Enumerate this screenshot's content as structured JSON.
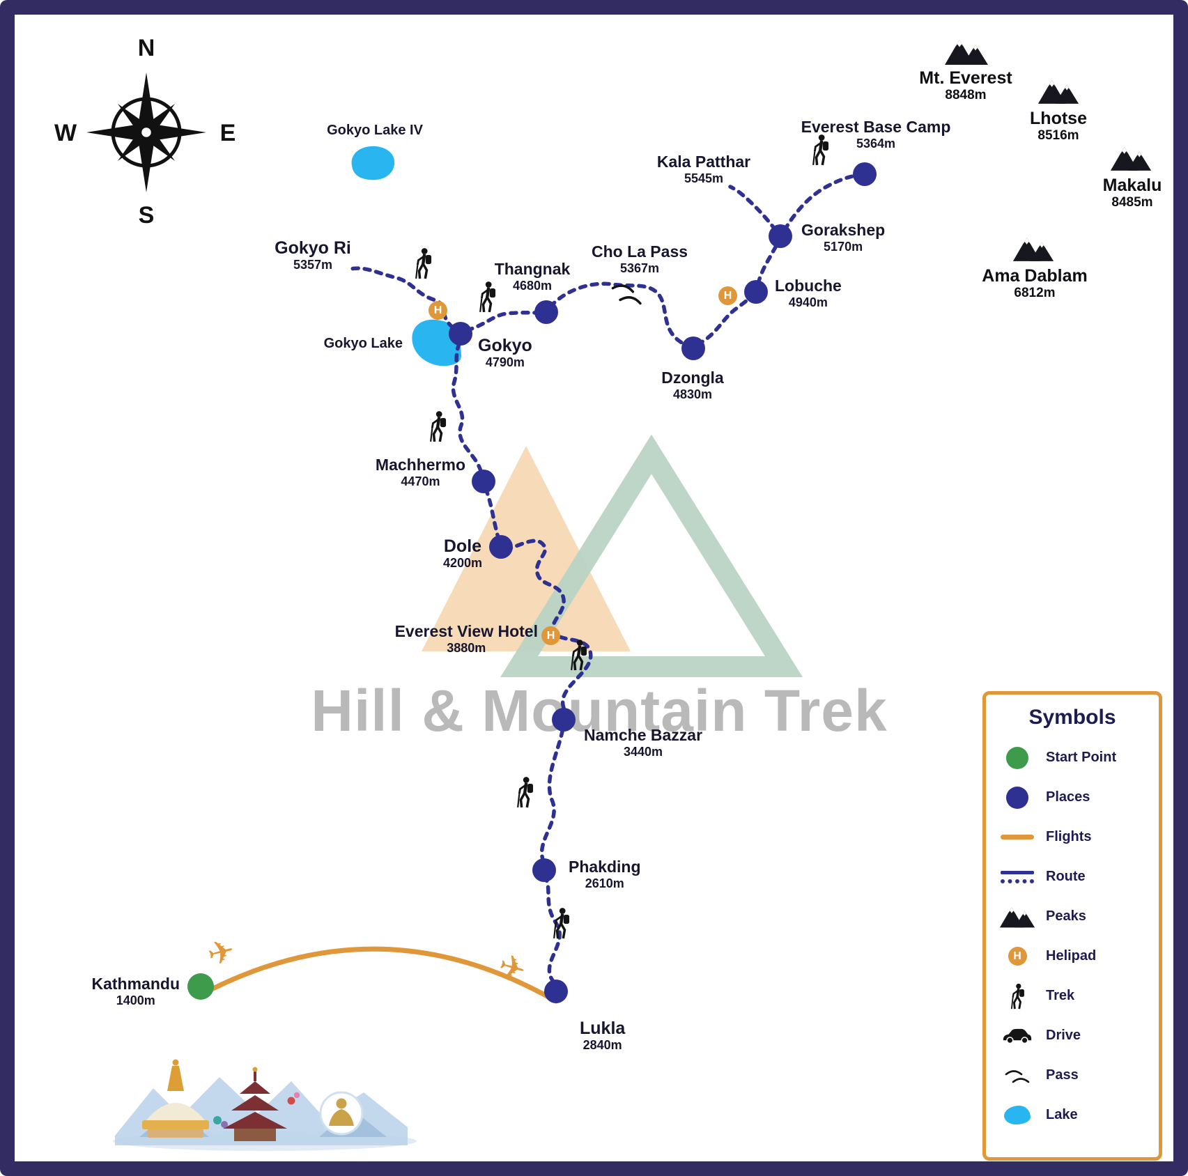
{
  "watermark": {
    "text": "Hill & Mountain Trek"
  },
  "compass": {
    "n": "N",
    "e": "E",
    "s": "S",
    "w": "W"
  },
  "icons": {
    "plane": "✈",
    "helipad": "H"
  },
  "places": [
    {
      "name": "Kathmandu",
      "elev": "1400m"
    },
    {
      "name": "Lukla",
      "elev": "2840m"
    },
    {
      "name": "Phakding",
      "elev": "2610m"
    },
    {
      "name": "Namche Bazzar",
      "elev": "3440m"
    },
    {
      "name": "Everest View Hotel",
      "elev": "3880m"
    },
    {
      "name": "Dole",
      "elev": "4200m"
    },
    {
      "name": "Machhermo",
      "elev": "4470m"
    },
    {
      "name": "Gokyo",
      "elev": "4790m"
    },
    {
      "name": "Gokyo Ri",
      "elev": "5357m"
    },
    {
      "name": "Thangnak",
      "elev": "4680m"
    },
    {
      "name": "Cho La Pass",
      "elev": "5367m"
    },
    {
      "name": "Dzongla",
      "elev": "4830m"
    },
    {
      "name": "Lobuche",
      "elev": "4940m"
    },
    {
      "name": "Gorakshep",
      "elev": "5170m"
    },
    {
      "name": "Kala Patthar",
      "elev": "5545m"
    },
    {
      "name": "Everest Base Camp",
      "elev": "5364m"
    }
  ],
  "lakes": [
    {
      "name": "Gokyo Lake IV"
    },
    {
      "name": "Gokyo Lake"
    }
  ],
  "peaks": [
    {
      "name": "Mt. Everest",
      "elev": "8848m"
    },
    {
      "name": "Lhotse",
      "elev": "8516m"
    },
    {
      "name": "Makalu",
      "elev": "8485m"
    },
    {
      "name": "Ama Dablam",
      "elev": "6812m"
    }
  ],
  "legend": {
    "title": "Symbols",
    "items": [
      {
        "label": "Start Point",
        "icon": "start-point"
      },
      {
        "label": "Places",
        "icon": "place-dot"
      },
      {
        "label": "Flights",
        "icon": "flight-line"
      },
      {
        "label": "Route",
        "icon": "route-line"
      },
      {
        "label": "Peaks",
        "icon": "peak"
      },
      {
        "label": "Helipad",
        "icon": "helipad"
      },
      {
        "label": "Trek",
        "icon": "trekker"
      },
      {
        "label": "Drive",
        "icon": "car"
      },
      {
        "label": "Pass",
        "icon": "pass"
      },
      {
        "label": "Lake",
        "icon": "lake"
      }
    ]
  },
  "colors": {
    "navy": "#2e3192",
    "orange": "#e0973a",
    "green": "#3e9b4c",
    "lake_blue": "#29b6f0",
    "border": "#332c62"
  }
}
